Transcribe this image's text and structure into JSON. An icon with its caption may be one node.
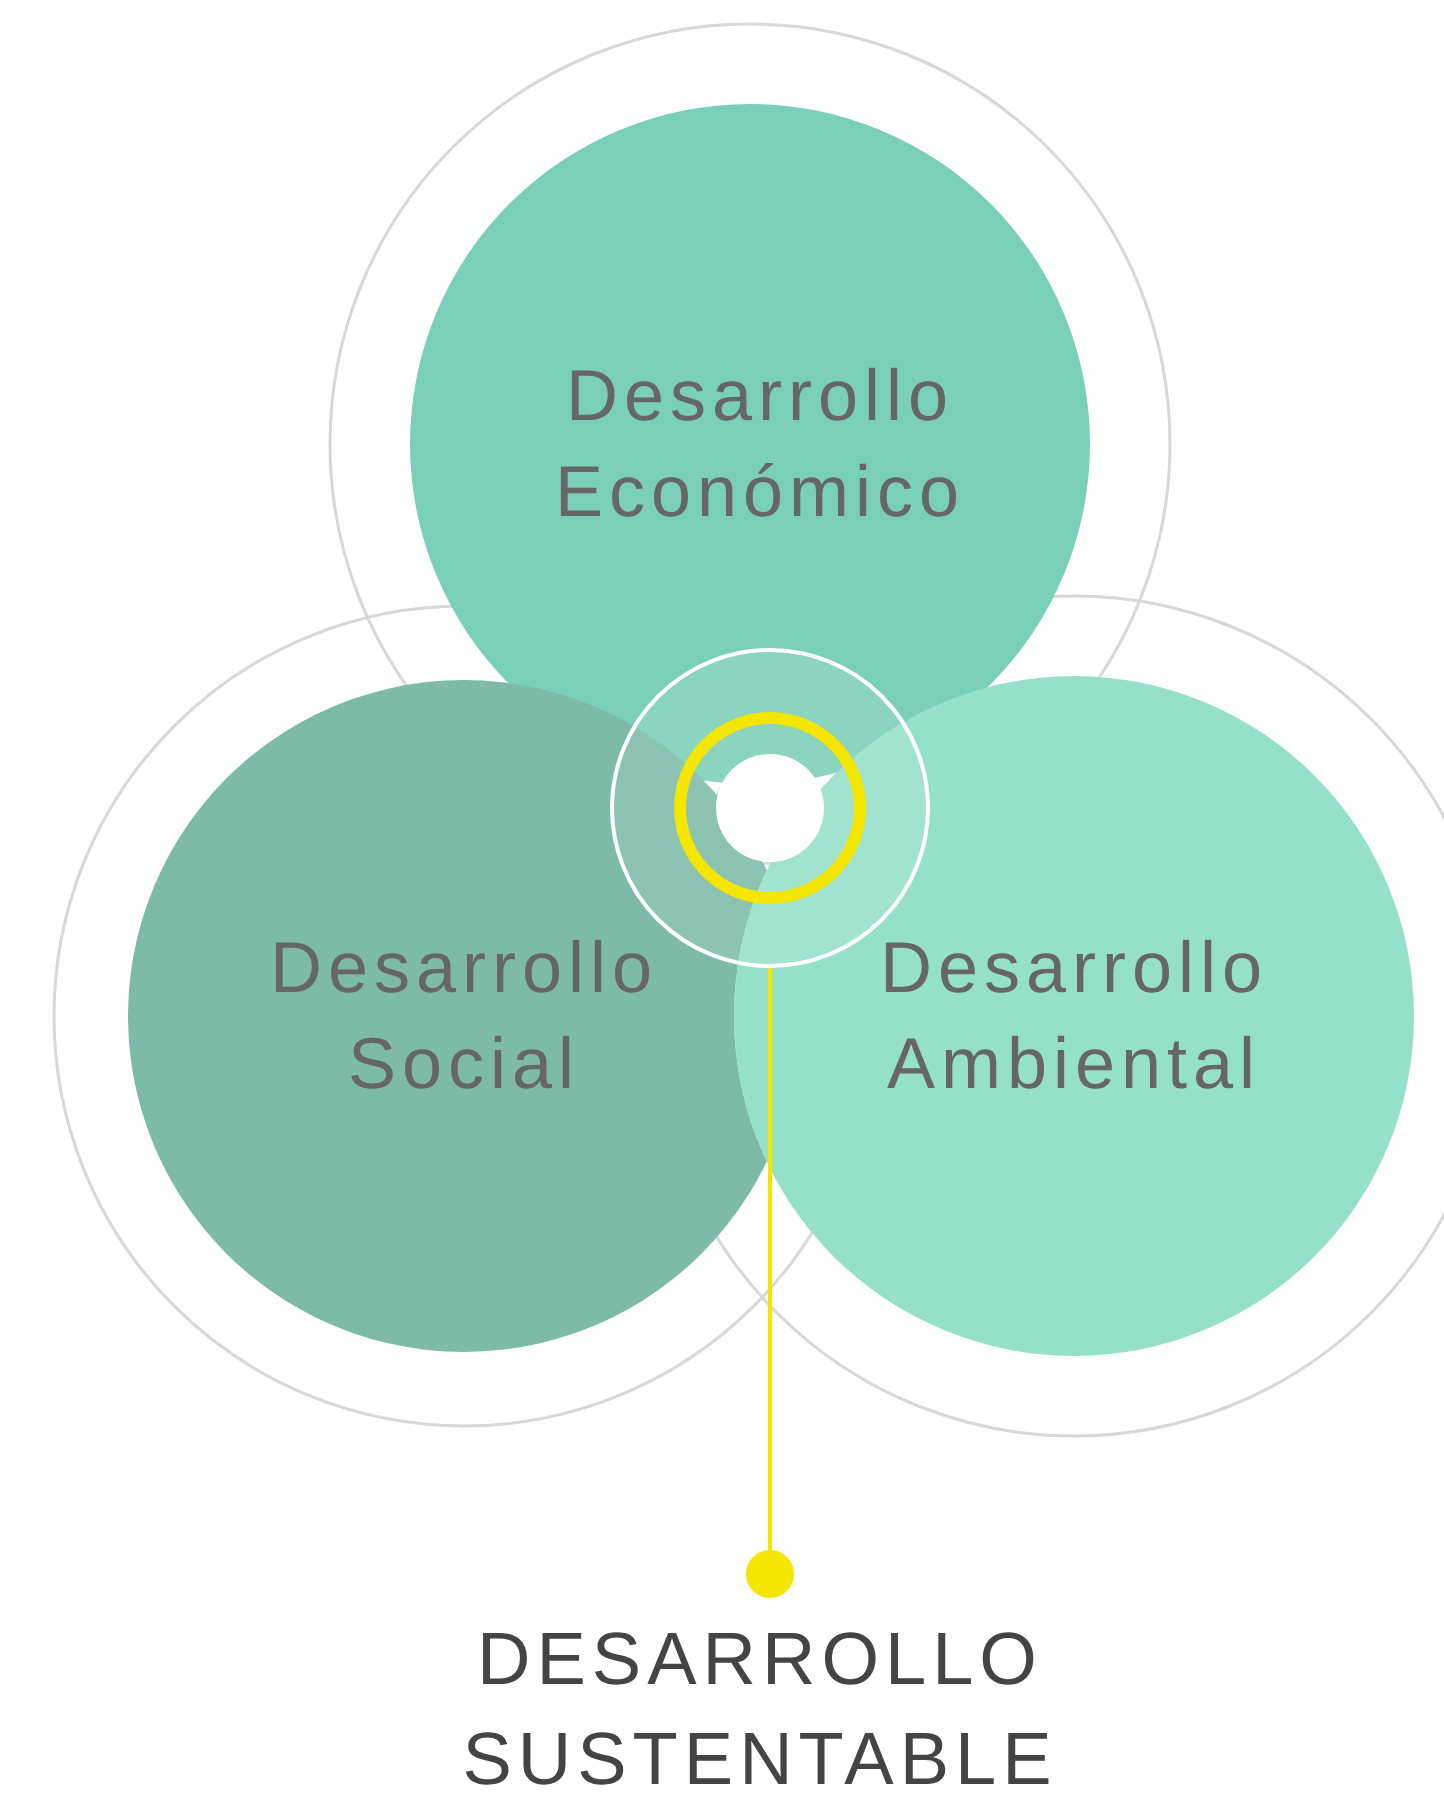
{
  "diagram": {
    "nodes": [
      {
        "text": [
          "Desarrollo Económico"
        ]
      },
      {
        "text": [
          "Desarrollo Social"
        ]
      },
      {
        "text": [
          "Desarrollo Ambiental"
        ]
      },
      {
        "text": [],
        "shape": "circle"
      },
      {
        "text": [
          "DESARROLLO SUSTENTABLE"
        ]
      }
    ],
    "edges": [
      {
        "from": 4,
        "to": 3,
        "arrow": "other"
      }
    ]
  }
}
